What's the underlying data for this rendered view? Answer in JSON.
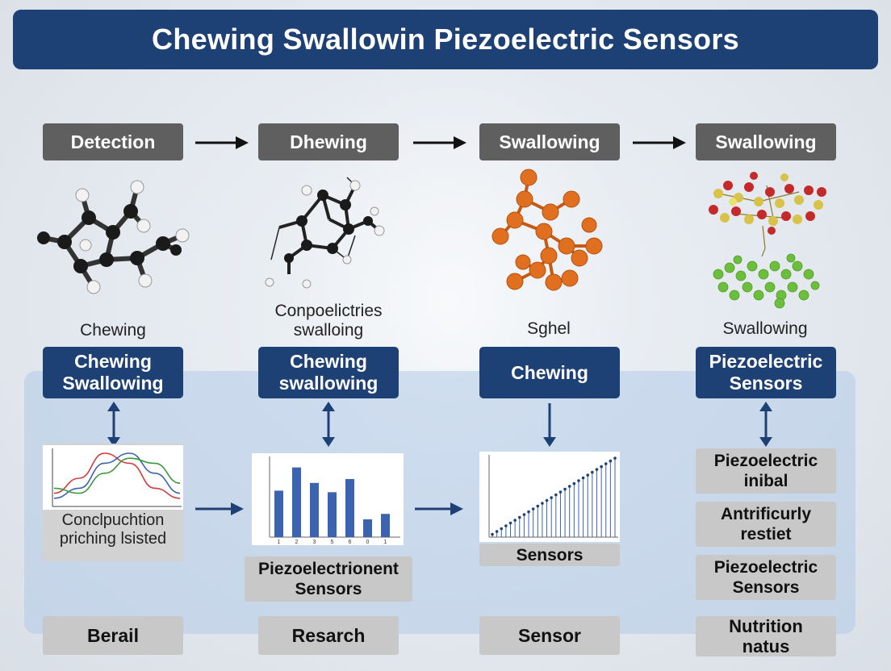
{
  "title": "Chewing Swallowin Piezoelectric Sensors",
  "flow": [
    {
      "label": "Detection"
    },
    {
      "label": "Dhewing"
    },
    {
      "label": "Swallowing"
    },
    {
      "label": "Swallowing"
    }
  ],
  "captions": [
    "Chewing",
    "Conpoelictries\nswalloing",
    "Sghel",
    "Swallowing"
  ],
  "blue_boxes": [
    "Chewing\nSwallowing",
    "Chewing\nswallowing",
    "Chewing",
    "Piezoelectric\nSensors"
  ],
  "chart_labels": {
    "line": "Conclpuchtion\npriching lsisted",
    "bar": "Piezoelectrionent\nSensors",
    "stem": "Sensors"
  },
  "right_stack": [
    "Piezoelectric\ninibal",
    "Antrificurly\nrestiet",
    "Piezoelectric\nSensors"
  ],
  "bottom_row": [
    "Berail",
    "Resarch",
    "Sensor",
    "Nutrition\nnatus"
  ],
  "colors": {
    "title_bg": "#1d4075",
    "flow_box": "#5f5f5f",
    "blue_box": "#1d4075",
    "light_box": "#c8c8c8",
    "panel": "#b2cae8",
    "bar": "#3a63b0",
    "orange_atom": "#e07020",
    "green_atom": "#6cbf3c",
    "red_atom": "#c42a2a",
    "yellow_atom": "#d8c24a"
  },
  "chart_data": [
    {
      "type": "line",
      "series": [
        {
          "values": [
            0.2,
            0.5,
            1.0,
            0.8,
            0.3,
            0.1
          ]
        },
        {
          "values": [
            0.1,
            0.3,
            0.8,
            1.0,
            0.6,
            0.2
          ]
        },
        {
          "values": [
            0.3,
            0.2,
            0.6,
            0.9,
            0.8,
            0.4
          ]
        }
      ]
    },
    {
      "type": "bar",
      "categories": [
        "1",
        "2",
        "3",
        "5",
        "6",
        "0",
        "1"
      ],
      "values": [
        60,
        90,
        70,
        58,
        75,
        23,
        30
      ]
    },
    {
      "type": "scatter",
      "values": [
        1,
        2,
        3,
        4,
        5,
        6,
        7,
        8,
        9,
        10,
        11,
        12,
        13,
        14,
        15,
        16,
        17,
        18,
        19,
        20,
        21,
        22,
        23,
        24,
        25,
        26,
        27,
        28
      ]
    }
  ]
}
